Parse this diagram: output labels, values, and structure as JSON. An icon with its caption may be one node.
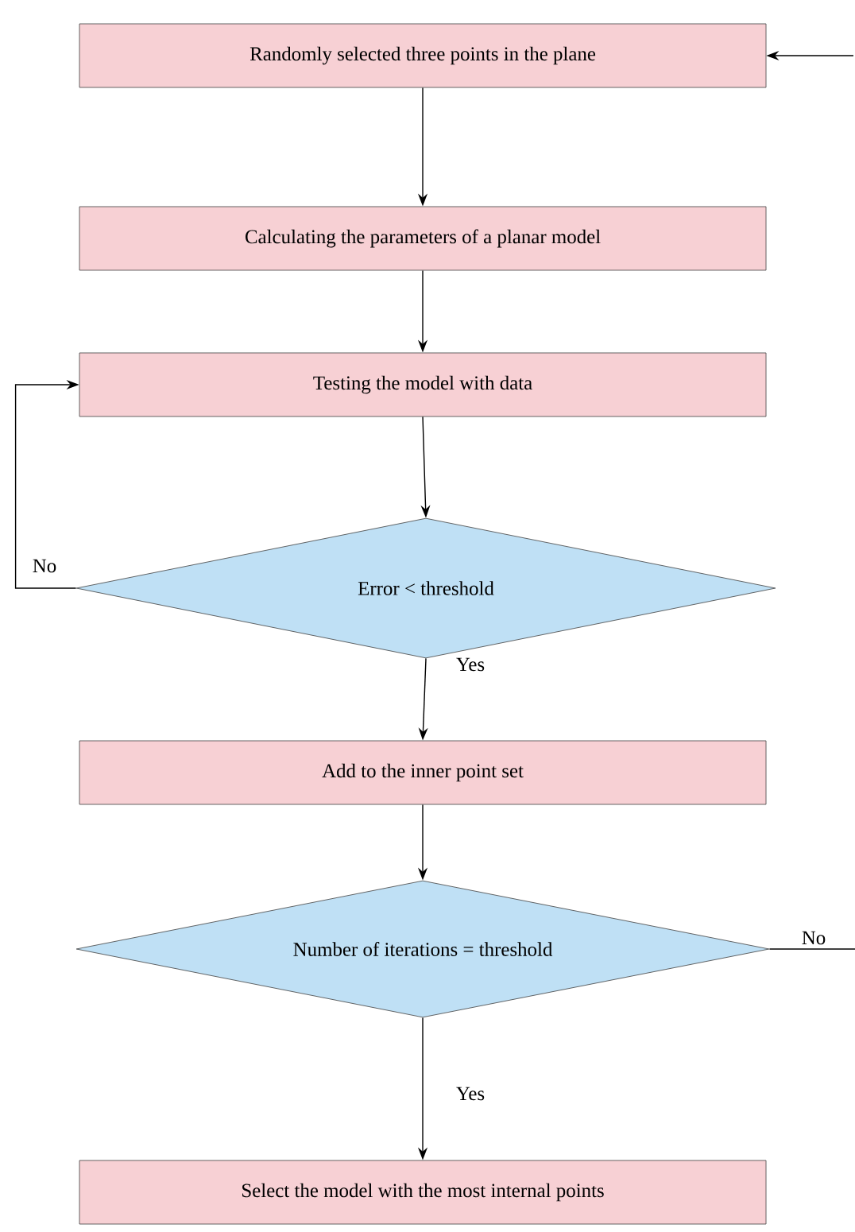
{
  "diagram": {
    "nodes": [
      {
        "text": [
          "Randomly selected three points in the plane"
        ]
      },
      {
        "text": [
          "Calculating the parameters of a planar model"
        ]
      },
      {
        "text": [
          "Testing the model with data"
        ]
      },
      {
        "text": [
          "Error < threshold"
        ]
      },
      {
        "text": [
          "Add to the inner point set"
        ]
      },
      {
        "text": [
          "Number of iterations = threshold"
        ]
      },
      {
        "text": [
          "Select the model with the most internal points"
        ]
      }
    ],
    "edges": [
      {
        "from": 0,
        "to": 1,
        "arrow": "to"
      },
      {
        "from": 1,
        "to": 2,
        "arrow": "to"
      },
      {
        "from": 2,
        "to": 3,
        "arrow": "to"
      },
      {
        "from": 3,
        "to": 2,
        "arrow": "to",
        "label": "No"
      },
      {
        "from": 3,
        "to": 4,
        "arrow": "to",
        "label": "Yes"
      },
      {
        "from": 4,
        "to": 5,
        "arrow": "to"
      },
      {
        "from": 5,
        "to": 6,
        "arrow": "to",
        "label": "Yes"
      },
      {
        "from": 5,
        "to": null,
        "arrow": "none",
        "label": "No"
      },
      {
        "from": null,
        "to": 0,
        "arrow": "to"
      }
    ]
  }
}
